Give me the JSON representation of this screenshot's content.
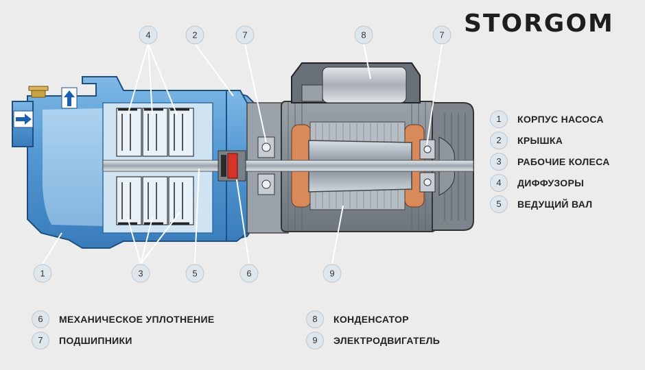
{
  "brand": {
    "name": "STORGOM"
  },
  "callouts": [
    "1",
    "2",
    "3",
    "4",
    "5",
    "6",
    "7",
    "8",
    "9"
  ],
  "legend": [
    {
      "num": "1",
      "label": "КОРПУС НАСОСА"
    },
    {
      "num": "2",
      "label": "КРЫШКА"
    },
    {
      "num": "3",
      "label": "РАБОЧИЕ КОЛЕСА"
    },
    {
      "num": "4",
      "label": "ДИФФУЗОРЫ"
    },
    {
      "num": "5",
      "label": "ВЕДУЩИЙ ВАЛ"
    },
    {
      "num": "6",
      "label": "МЕХАНИЧЕСКОЕ УПЛОТНЕНИЕ"
    },
    {
      "num": "7",
      "label": "ПОДШИПНИКИ"
    },
    {
      "num": "8",
      "label": "КОНДЕНСАТОР"
    },
    {
      "num": "9",
      "label": "ЭЛЕКТРОДВИГАТЕЛЬ"
    }
  ],
  "colors": {
    "background": "#ececec",
    "pump_blue": "#5aa0d8",
    "pump_blue_dark": "#2f6da8",
    "motor_grey": "#8d949c",
    "copper": "#d88a5a",
    "arrow_blue": "#1a5fb0",
    "seal_red": "#d8332a"
  }
}
